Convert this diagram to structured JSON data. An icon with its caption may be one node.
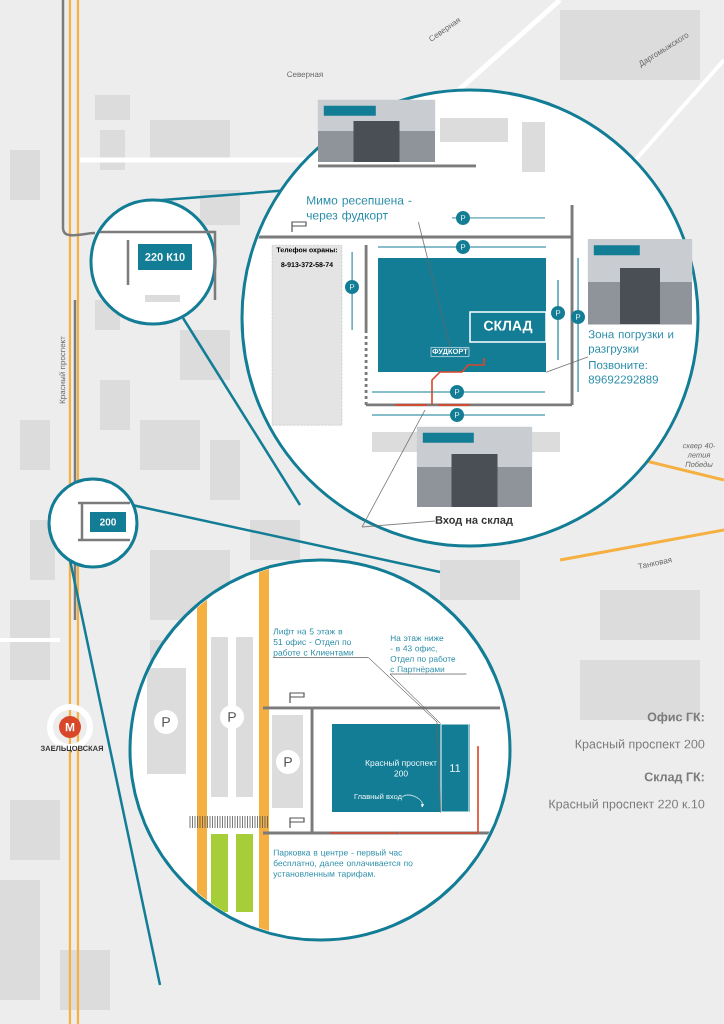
{
  "diagram": {
    "nodes": [
      {
        "text": [
          "220 К10"
        ]
      },
      {
        "text": [
          "200"
        ]
      },
      {
        "text": [],
        "shape": "picture"
      },
      {
        "text": [
          "Мимо ресепшена - через фудкорт"
        ]
      },
      {
        "text": [
          "Телефон охраны:",
          "8-913-372-58-74"
        ]
      },
      {
        "text": [],
        "shape": "box"
      },
      {
        "text": [
          "СКЛАД"
        ],
        "in": 5
      },
      {
        "text": [
          "ФУДКОРТ"
        ],
        "in": 5
      },
      {
        "text": [],
        "shape": "picture"
      },
      {
        "text": [
          "Зона погрузки и разгрузки",
          "Позвоните: 89692292889"
        ]
      },
      {
        "text": [],
        "shape": "picture"
      },
      {
        "text": [
          "Вход на склад"
        ]
      },
      {
        "text": [
          "Лифт на 5 этаж в 51 офис - Отдел по работе с Клиентами"
        ]
      },
      {
        "text": [
          "На этаж ниже - в 43 офис, Отдел по работе с Партнёрами"
        ]
      },
      {
        "text": [
          "Красный проспект 200"
        ]
      },
      {
        "text": [
          "11"
        ],
        "in": 14
      },
      {
        "text": [
          "Главный вход"
        ],
        "in": 14
      },
      {
        "text": [
          "Парковка в центре - первый час бесплатно, далее оплачивается по установленным тарифам."
        ]
      }
    ],
    "edges": [
      {
        "from": 3,
        "to": 7,
        "arrow": "none"
      },
      {
        "from": 9,
        "to": 5,
        "arrow": "none"
      },
      {
        "from": 11,
        "to": null,
        "arrow": "none"
      },
      {
        "from": 12,
        "to": 15,
        "arrow": "none"
      },
      {
        "from": 13,
        "to": 15,
        "arrow": "none"
      },
      {
        "from": 16,
        "to": null,
        "arrow": "to",
        "color": "#ffffff"
      }
    ],
    "labels": [
      "Северная",
      "Даргомыжского",
      "Северная",
      "Красный проспект",
      "P",
      "P",
      "P",
      "P",
      "P",
      "P",
      "P",
      "сквер 40-летия Победы",
      "Танковая",
      "P",
      "P",
      "P",
      "М",
      "ЗАЕЛЬЦОВСКАЯ",
      "Офис ГК:",
      "Красный проспект 200",
      "Склад ГК:",
      "Красный проспект 220 к.10"
    ]
  }
}
